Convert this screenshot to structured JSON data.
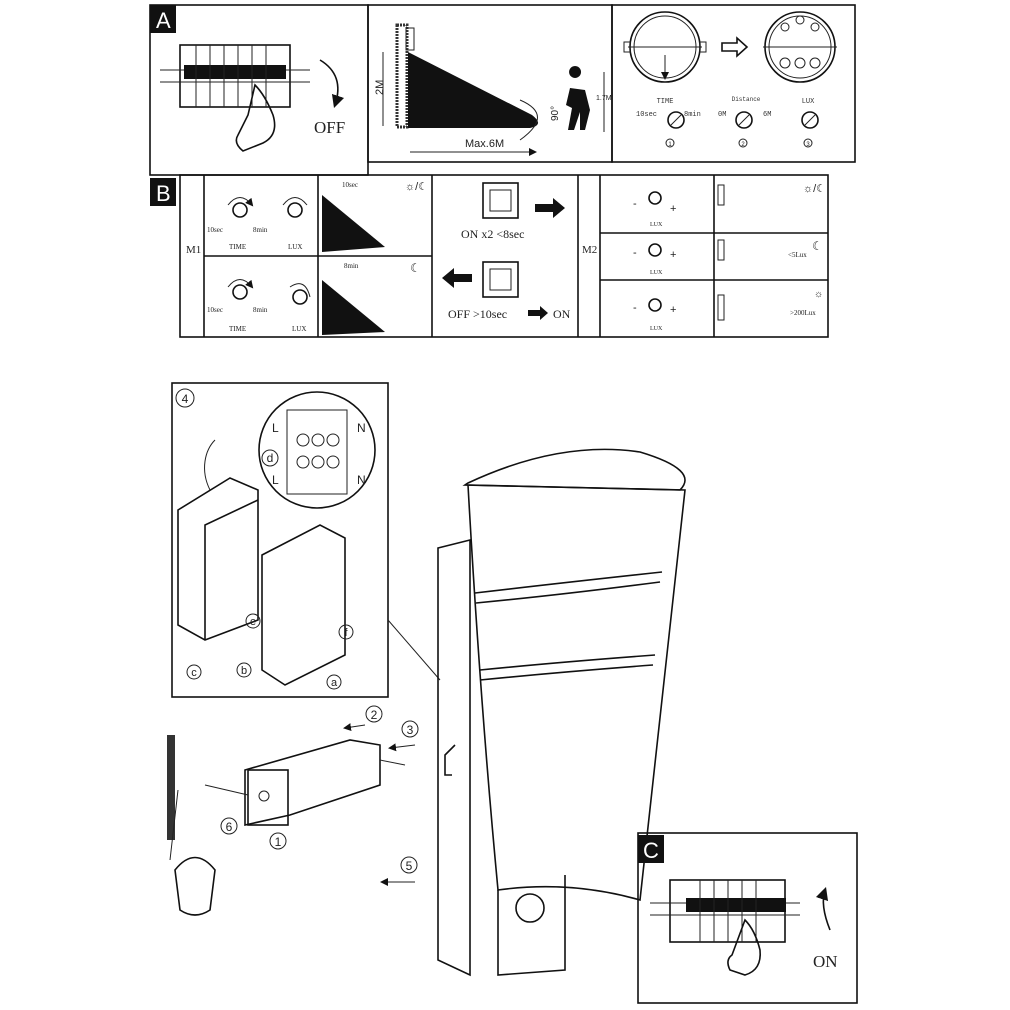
{
  "section_a": {
    "label": "A",
    "off_label": "OFF",
    "height_label": "2M",
    "distance_label": "Max.6M",
    "angle_label": "90°",
    "person_height_label": "1.7M",
    "dials": [
      {
        "title": "TIME",
        "min": "10sec",
        "max": "8min",
        "number": "1"
      },
      {
        "title": "Distance",
        "min": "0M",
        "max": "6M",
        "number": "2"
      },
      {
        "title": "LUX",
        "min": "",
        "max": "",
        "number": "3"
      }
    ]
  },
  "section_b": {
    "label": "B",
    "m1": {
      "label": "M1",
      "rows": [
        {
          "time_min": "10sec",
          "time_max": "8min",
          "time_label": "TIME",
          "lux_label": "LUX",
          "duration": "10sec"
        },
        {
          "time_min": "10sec",
          "time_max": "8min",
          "time_label": "TIME",
          "lux_label": "LUX",
          "duration": "8min"
        }
      ]
    },
    "switch": {
      "on_text": "ON x2 <8sec",
      "off_text": "OFF >10sec",
      "then_on": "ON"
    },
    "m2": {
      "label": "M2",
      "rows": [
        {
          "lux_label": "LUX",
          "condition": ""
        },
        {
          "lux_label": "LUX",
          "condition": "<5Lux"
        },
        {
          "lux_label": "LUX",
          "condition": ">200Lux"
        }
      ]
    }
  },
  "installation": {
    "step4": "4",
    "terminal_label": "d",
    "l_label": "L",
    "n_label": "N",
    "callouts": [
      "a",
      "b",
      "c",
      "e",
      "f"
    ],
    "steps": [
      "1",
      "2",
      "3",
      "5",
      "6"
    ]
  },
  "section_c": {
    "label": "C",
    "on_label": "ON"
  }
}
